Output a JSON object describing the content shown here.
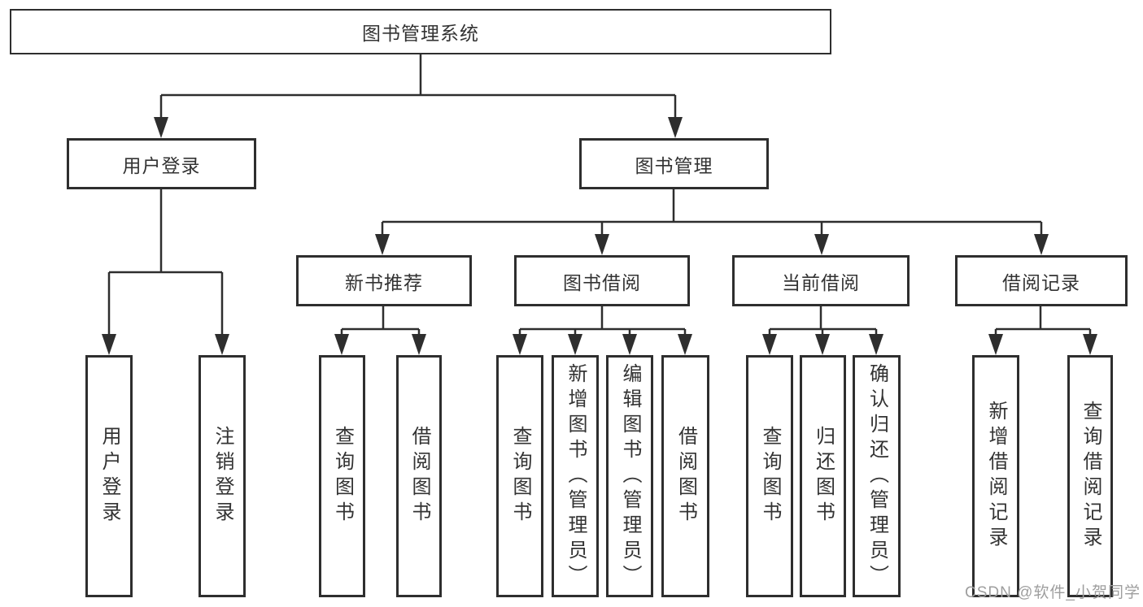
{
  "diagram": {
    "root": "图书管理系统",
    "branches": [
      {
        "label": "用户登录",
        "children": [
          "用户登录",
          "注销登录"
        ]
      },
      {
        "label": "图书管理",
        "sections": [
          {
            "label": "新书推荐",
            "children": [
              "查询图书",
              "借阅图书"
            ]
          },
          {
            "label": "图书借阅",
            "children": [
              "查询图书",
              "新增图书（管理员）",
              "编辑图书（管理员）",
              "借阅图书"
            ]
          },
          {
            "label": "当前借阅",
            "children": [
              "查询图书",
              "归还图书",
              "确认归还（管理员）"
            ]
          },
          {
            "label": "借阅记录",
            "children": [
              "新增借阅记录",
              "查询借阅记录"
            ]
          }
        ]
      }
    ]
  },
  "watermark": "CSDN @软件_小贺同学",
  "colors": {
    "line": "#2e2e2e",
    "text": "#333333",
    "background": "#ffffff",
    "watermark": "#9e9e9e"
  }
}
